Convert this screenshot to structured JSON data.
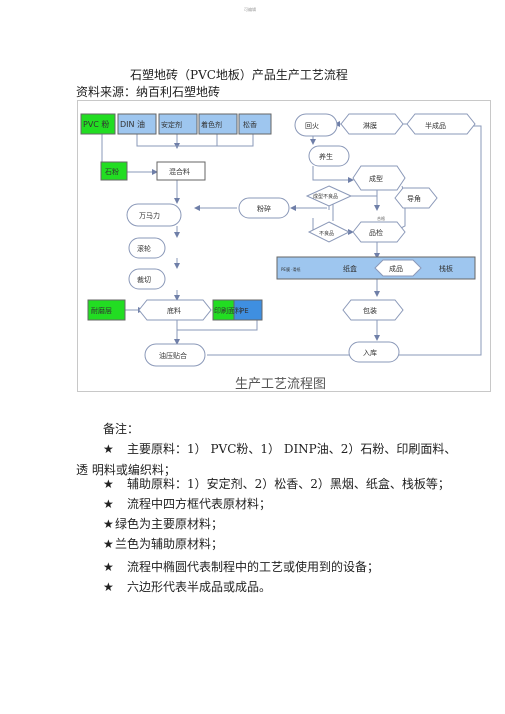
{
  "header_mark": "可编辑",
  "title": "石塑地砖（PVC地板）产品生产工艺流程",
  "source": "资料来源：纳百利石塑地砖",
  "diagram": {
    "caption": "生产工艺流程图",
    "colors": {
      "green": "#22dd22",
      "blue": "#3f8fe0",
      "light_blue": "#9ec6ef",
      "stroke": "#8a98b8"
    },
    "nodes": {
      "pvc": "PVC 粉",
      "din": "DIN 油",
      "stabilizer": "安定剂",
      "colorant": "着色剂",
      "rosin": "松香",
      "stone": "石粉",
      "mixed": "混合料",
      "wanmali": "万马力",
      "roller": "滚轮",
      "cutting": "裁切",
      "wear_layer": "耐磨层",
      "base": "底料",
      "print_film": "印刷面料",
      "pe": "PE",
      "press": "油压贴合",
      "annealing": "回火",
      "coating": "淋膜",
      "semi": "半成品",
      "curing": "养生",
      "forming": "成型",
      "forming_fail": "成型不良品",
      "chamfer": "导角",
      "defect": "不良品",
      "inspection": "品检",
      "qualified": "合格",
      "powder": "粉碎",
      "film": "PE膜 ·滑纸",
      "carton": "纸盒",
      "product": "成品",
      "pallet": "栈板",
      "packing": "包装",
      "storage": "入库"
    }
  },
  "notes_heading": "备注：",
  "star": "★",
  "notes": [
    {
      "lines": [
        "主要原料：1） PVC粉、1） DINP油、2）石粉、印刷面料、",
        "透 明料或编织料；"
      ]
    },
    {
      "lines": [
        "辅助原料：1）安定剂、2）松香、2）黑烟、纸盒、栈板等；"
      ]
    },
    {
      "lines": [
        "流程中四方框代表原材料；"
      ]
    },
    {
      "lines": [
        "绿色为主要原材料；"
      ],
      "tight": true
    },
    {
      "lines": [
        "兰色为辅助原材料；"
      ],
      "tight": true
    },
    {
      "lines": [
        "流程中椭圆代表制程中的工艺或使用到的设备；"
      ]
    },
    {
      "lines": [
        "六边形代表半成品或成品。"
      ]
    }
  ]
}
